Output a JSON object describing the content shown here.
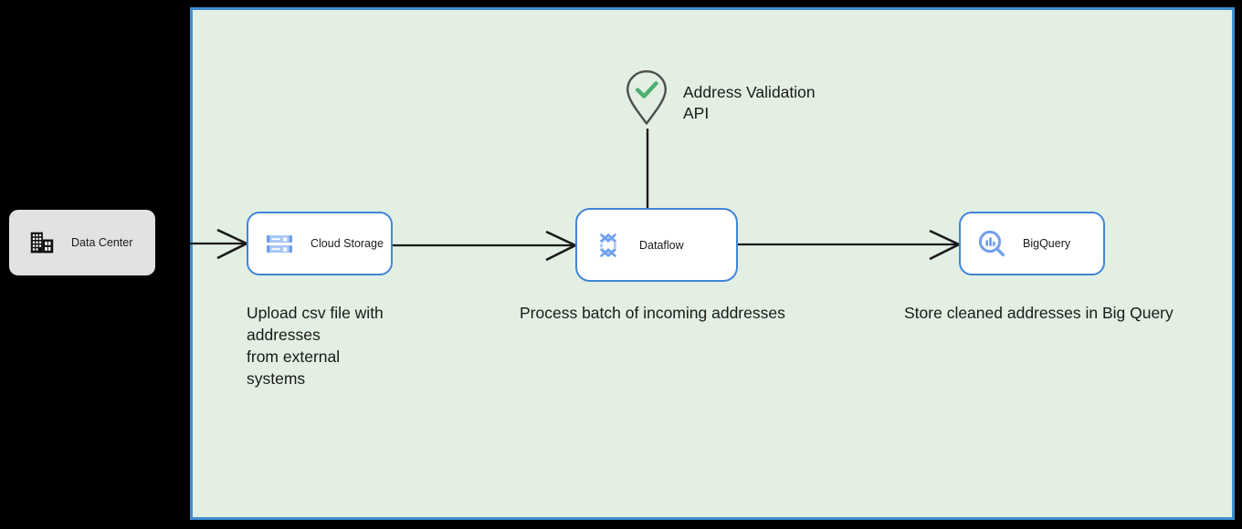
{
  "diagram": {
    "background_color": "#000000",
    "panel": {
      "name": "google-cloud-panel",
      "fill_color": "#e2efe2",
      "border_color": "#3f8ed0"
    },
    "onprem": {
      "node": {
        "label": "Data Center",
        "icon": "data-center-icon",
        "fill_color": "#e2e2e2"
      }
    },
    "nodes": [
      {
        "id": "cloud-storage",
        "label": "Cloud Storage",
        "icon": "cloud-storage-icon",
        "border_color": "#4285d8",
        "fill_color": "#ffffff"
      },
      {
        "id": "dataflow",
        "label": "Dataflow",
        "icon": "dataflow-icon",
        "border_color": "#4285d8",
        "fill_color": "#ffffff"
      },
      {
        "id": "bigquery",
        "label": "BigQuery",
        "icon": "bigquery-icon",
        "border_color": "#4285d8",
        "fill_color": "#ffffff"
      }
    ],
    "external_api": {
      "label": "Address Validation\nAPI",
      "icon": "location-pin-check-icon",
      "pin_color": "#4d4d4d",
      "check_color": "#4caf72"
    },
    "captions": [
      {
        "id": "upload",
        "text": "Upload csv file with\naddresses\nfrom external\nsystems"
      },
      {
        "id": "process",
        "text": "Process batch of incoming addresses"
      },
      {
        "id": "store",
        "text": "Store cleaned addresses in Big Query"
      }
    ],
    "connectors": [
      {
        "id": "datacenter-to-cloud-storage",
        "from": "data-center",
        "to": "cloud-storage",
        "arrow": true
      },
      {
        "id": "cloud-storage-to-dataflow",
        "from": "cloud-storage",
        "to": "dataflow",
        "arrow": true
      },
      {
        "id": "dataflow-to-bigquery",
        "from": "dataflow",
        "to": "bigquery",
        "arrow": true
      },
      {
        "id": "api-to-dataflow",
        "from": "address-validation-api",
        "to": "dataflow",
        "arrow": false
      }
    ]
  }
}
